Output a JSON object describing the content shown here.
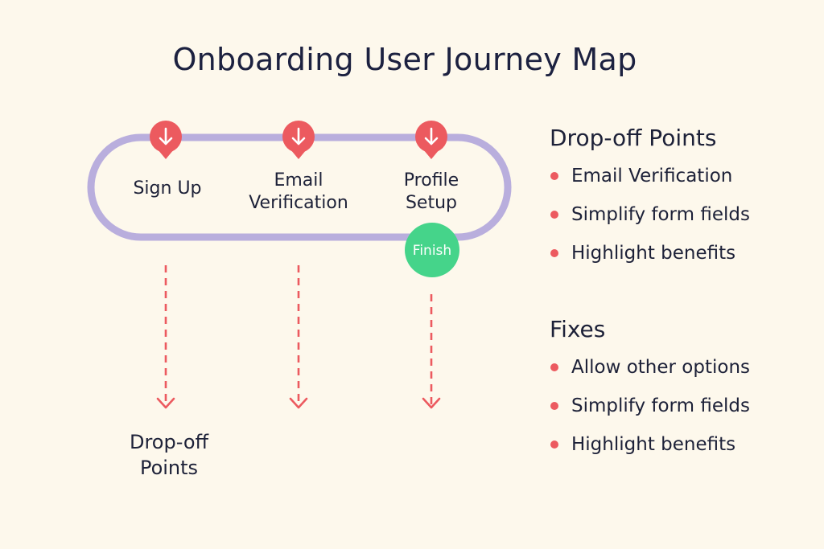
{
  "title": "Onboarding User Journey Map",
  "journey": {
    "stages": [
      {
        "lines": [
          "Sign Up"
        ]
      },
      {
        "lines": [
          "Email",
          "Verification"
        ]
      },
      {
        "lines": [
          "Profile",
          "Setup"
        ]
      }
    ],
    "finish_label": "Finish",
    "dropoff_caption": [
      "Drop-off",
      "Points"
    ]
  },
  "dropoff_panel": {
    "heading": "Drop-off Points",
    "items": [
      "Email Verification",
      "Simplify form fields",
      "Highlight benefits"
    ]
  },
  "fixes_panel": {
    "heading": "Fixes",
    "items": [
      "Allow other options",
      "Simplify form fields",
      "Highlight benefits"
    ]
  },
  "colors": {
    "background": "#fdf8ec",
    "track": "#b9aedd",
    "marker": "#ec5a5f",
    "finish": "#45d48a",
    "text": "#1d2138"
  },
  "icons": {
    "stage_marker": "arrow-down-pin-icon",
    "dropoff_arrow": "dashed-arrow-down-icon",
    "bullet": "red-dot-icon"
  }
}
